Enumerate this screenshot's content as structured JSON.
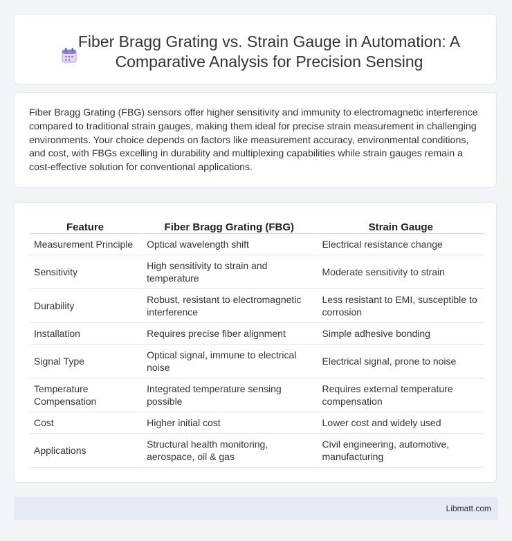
{
  "header": {
    "title": "Fiber Bragg Grating vs. Strain Gauge in Automation: A Comparative Analysis for Precision Sensing",
    "icon": "calendar-icon"
  },
  "summary": {
    "text": "Fiber Bragg Grating (FBG) sensors offer higher sensitivity and immunity to electromagnetic interference compared to traditional strain gauges, making them ideal for precise strain measurement in challenging environments. Your choice depends on factors like measurement accuracy, environmental conditions, and cost, with FBGs excelling in durability and multiplexing capabilities while strain gauges remain a cost-effective solution for conventional applications."
  },
  "table": {
    "headers": [
      "Feature",
      "Fiber Bragg Grating (FBG)",
      "Strain Gauge"
    ],
    "rows": [
      [
        "Measurement Principle",
        "Optical wavelength shift",
        "Electrical resistance change"
      ],
      [
        "Sensitivity",
        "High sensitivity to strain and temperature",
        "Moderate sensitivity to strain"
      ],
      [
        "Durability",
        "Robust, resistant to electromagnetic interference",
        "Less resistant to EMI, susceptible to corrosion"
      ],
      [
        "Installation",
        "Requires precise fiber alignment",
        "Simple adhesive bonding"
      ],
      [
        "Signal Type",
        "Optical signal, immune to electrical noise",
        "Electrical signal, prone to noise"
      ],
      [
        "Temperature Compensation",
        "Integrated temperature sensing possible",
        "Requires external temperature compensation"
      ],
      [
        "Cost",
        "Higher initial cost",
        "Lower cost and widely used"
      ],
      [
        "Applications",
        "Structural health monitoring, aerospace, oil & gas",
        "Civil engineering, automotive, manufacturing"
      ]
    ]
  },
  "footer": {
    "brand": "Libmatt.com"
  }
}
